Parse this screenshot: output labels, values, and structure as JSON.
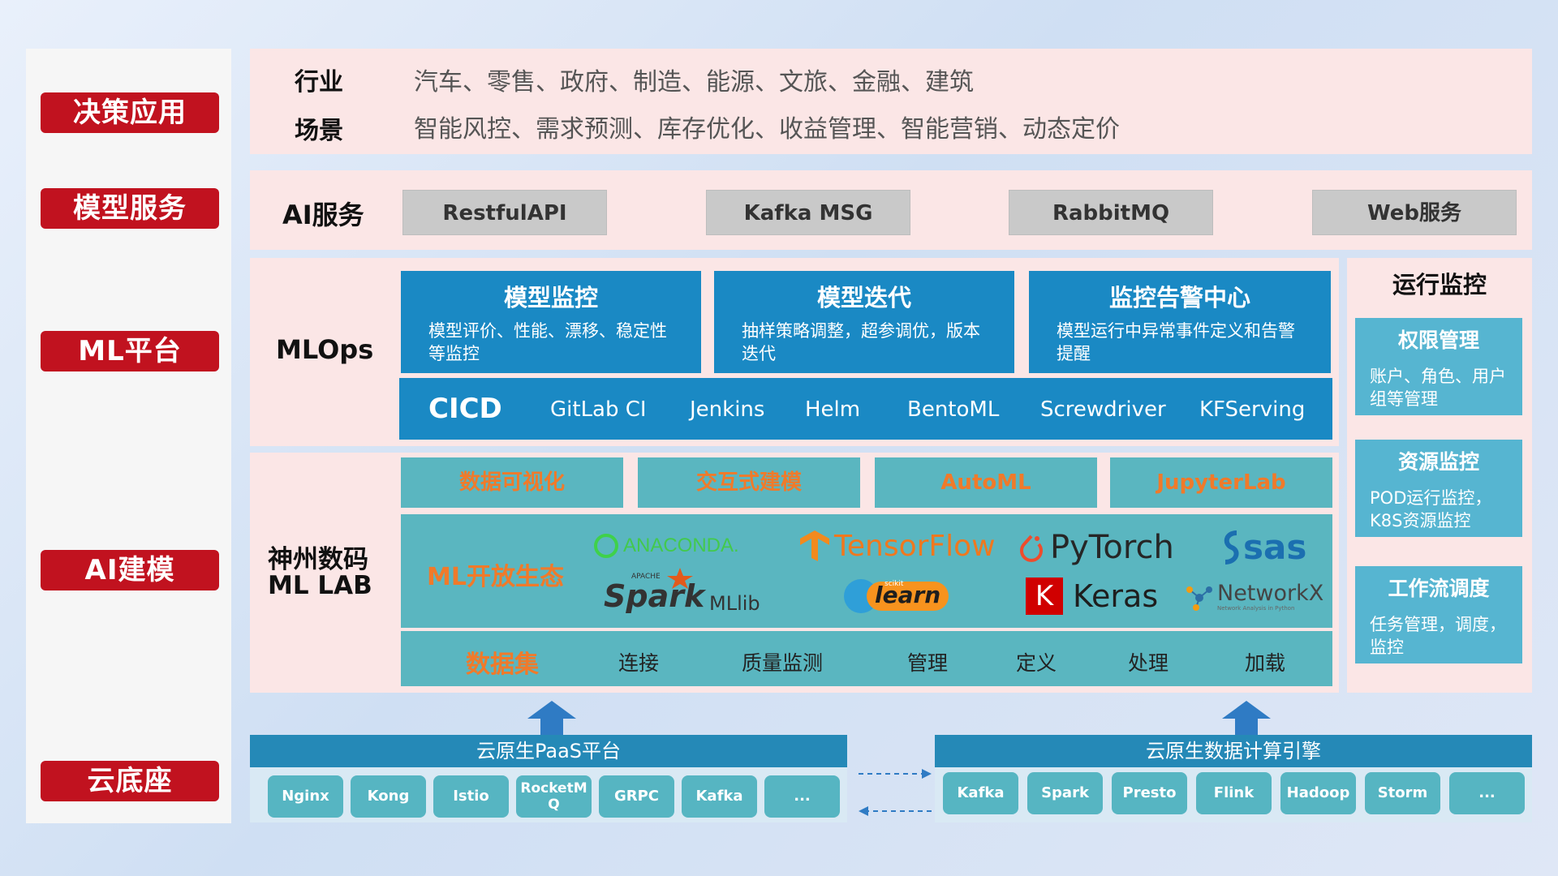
{
  "layers": {
    "decision": "决策应用",
    "model_service": "模型服务",
    "ml_platform": "ML平台",
    "ai_modeling": "AI建模",
    "cloud_base": "云底座"
  },
  "industry": {
    "label": "行业",
    "items": "汽车、零售、政府、制造、能源、文旅、金融、建筑",
    "scene_label": "场景",
    "scenes": "智能风控、需求预测、库存优化、收益管理、智能营销、动态定价"
  },
  "ai_service": {
    "title": "AI服务",
    "buttons": [
      "RestfulAPI",
      "Kafka MSG",
      "RabbitMQ",
      "Web服务"
    ]
  },
  "mlops": {
    "title": "MLOps",
    "boxes": [
      {
        "title": "模型监控",
        "desc": "模型评价、性能、漂移、稳定性等监控"
      },
      {
        "title": "模型迭代",
        "desc": "抽样策略调整，超参调优，版本迭代"
      },
      {
        "title": "监控告警中心",
        "desc": "模型运行中异常事件定义和告警提醒"
      }
    ],
    "cicd": {
      "label": "CICD",
      "items": [
        "GitLab CI",
        "Jenkins",
        "Helm",
        "BentoML",
        "Screwdriver",
        "KFServing"
      ]
    }
  },
  "run_monitor": {
    "title": "运行监控",
    "boxes": [
      {
        "title": "权限管理",
        "desc": "账户、角色、用户组等管理"
      },
      {
        "title": "资源监控",
        "desc": "POD运行监控，K8S资源监控"
      },
      {
        "title": "工作流调度",
        "desc": "任务管理，调度，监控"
      }
    ]
  },
  "mllab": {
    "title_line1": "神州数码",
    "title_line2": "ML LAB",
    "tools": [
      "数据可视化",
      "交互式建模",
      "AutoML",
      "JupyterLab"
    ],
    "eco_label": "ML开放生态",
    "logos": {
      "anaconda": "ANACONDA.",
      "tensorflow": "TensorFlow",
      "pytorch": "PyTorch",
      "sas": "sas",
      "spark_small": "APACHE",
      "spark": "Spark",
      "mllib": "MLlib",
      "sklearn_top": "scikit",
      "sklearn": "learn",
      "keras_k": "K",
      "keras": "Keras",
      "networkx": "NetworkX",
      "networkx_sub": "Network Analysis in Python"
    },
    "dataset": {
      "label": "数据集",
      "items": [
        "连接",
        "质量监测",
        "管理",
        "定义",
        "处理",
        "加载"
      ]
    }
  },
  "cloud": {
    "paas": {
      "title": "云原生PaaS平台",
      "chips": [
        "Nginx",
        "Kong",
        "Istio",
        "RocketMQ",
        "GRPC",
        "Kafka",
        "..."
      ]
    },
    "compute": {
      "title": "云原生数据计算引擎",
      "chips": [
        "Kafka",
        "Spark",
        "Presto",
        "Flink",
        "Hadoop",
        "Storm",
        "..."
      ]
    }
  },
  "colors": {
    "label_red": "#c1121f",
    "pink_bg": "#fbe6e6",
    "blue": "#1a89c4",
    "teal": "#5ab6c0",
    "orange": "#f07a2a"
  }
}
